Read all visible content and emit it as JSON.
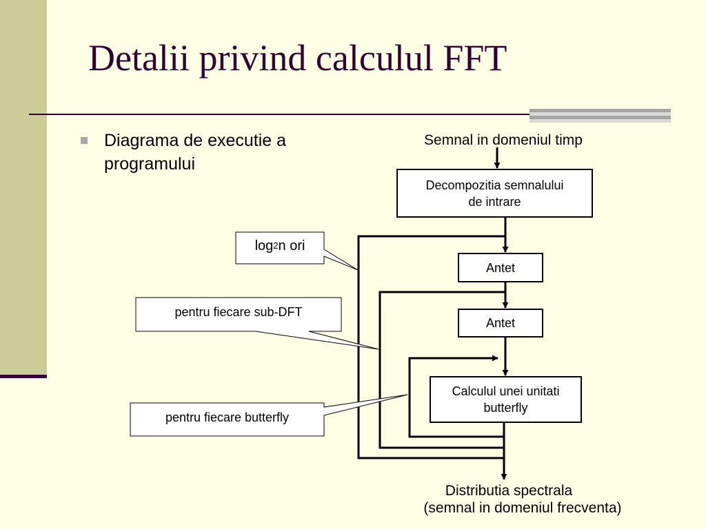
{
  "title": "Detalii privind calculul FFT",
  "bullet": {
    "text": "Diagrama de executie a programului"
  },
  "diagram": {
    "input_label": "Semnal in domeniul timp",
    "boxes": {
      "decomposition": "Decompozitia semnalului de intrare",
      "header_1": "Antet",
      "header_2": "Antet",
      "butterfly": "Calculul unei unitati butterfly"
    },
    "callouts": {
      "log_loop": {
        "base": "log",
        "subscript": "2",
        "rest": "n ori"
      },
      "sub_dft": "pentru fiecare sub-DFT",
      "butterfly": "pentru fiecare butterfly"
    },
    "output_label": {
      "line1": "Distributia spectrala",
      "line2": "(semnal in domeniul frecventa)"
    }
  },
  "colors": {
    "background": "#ffffe5",
    "side_band": "#cccc99",
    "title": "#330033",
    "accent_gray": "#a6a6a6",
    "lines": "#000000"
  }
}
